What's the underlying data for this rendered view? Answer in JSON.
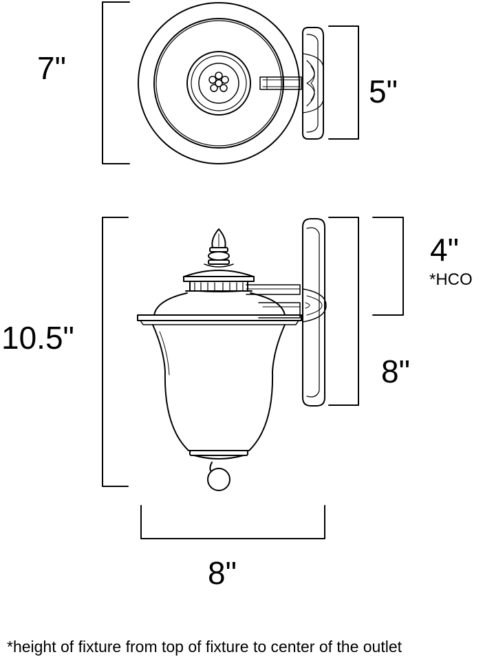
{
  "dimensions": {
    "top_view_diameter": "7\"",
    "backplate_width": "5\"",
    "overall_height": "10.5\"",
    "hco": "4\"",
    "hco_note": "*HCO",
    "backplate_height": "8\"",
    "fixture_width": "8\""
  },
  "footnote": "*height of fixture from top of fixture to center of the outlet"
}
